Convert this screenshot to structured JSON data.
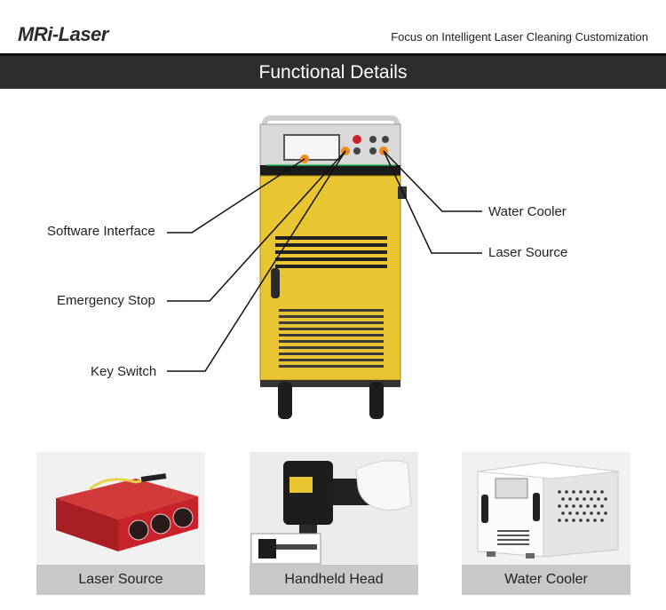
{
  "header": {
    "logo": "MRi-Laser",
    "tagline": "Focus on Intelligent Laser Cleaning Customization"
  },
  "banner": {
    "title": "Functional Details"
  },
  "callouts": {
    "software_interface": "Software Interface",
    "emergency_stop": "Emergency Stop",
    "key_switch": "Key Switch",
    "water_cooler": "Water Cooler",
    "laser_source": "Laser Source"
  },
  "cards": [
    {
      "caption": "Laser Source"
    },
    {
      "caption": "Handheld Head"
    },
    {
      "caption": "Water Cooler"
    }
  ],
  "colors": {
    "machine_body": "#e9c531",
    "banner": "#2d2d2d",
    "caption_bg": "#c8c8c8",
    "laser_source_body": "#c8222b",
    "indicator": "#f08a1c"
  }
}
